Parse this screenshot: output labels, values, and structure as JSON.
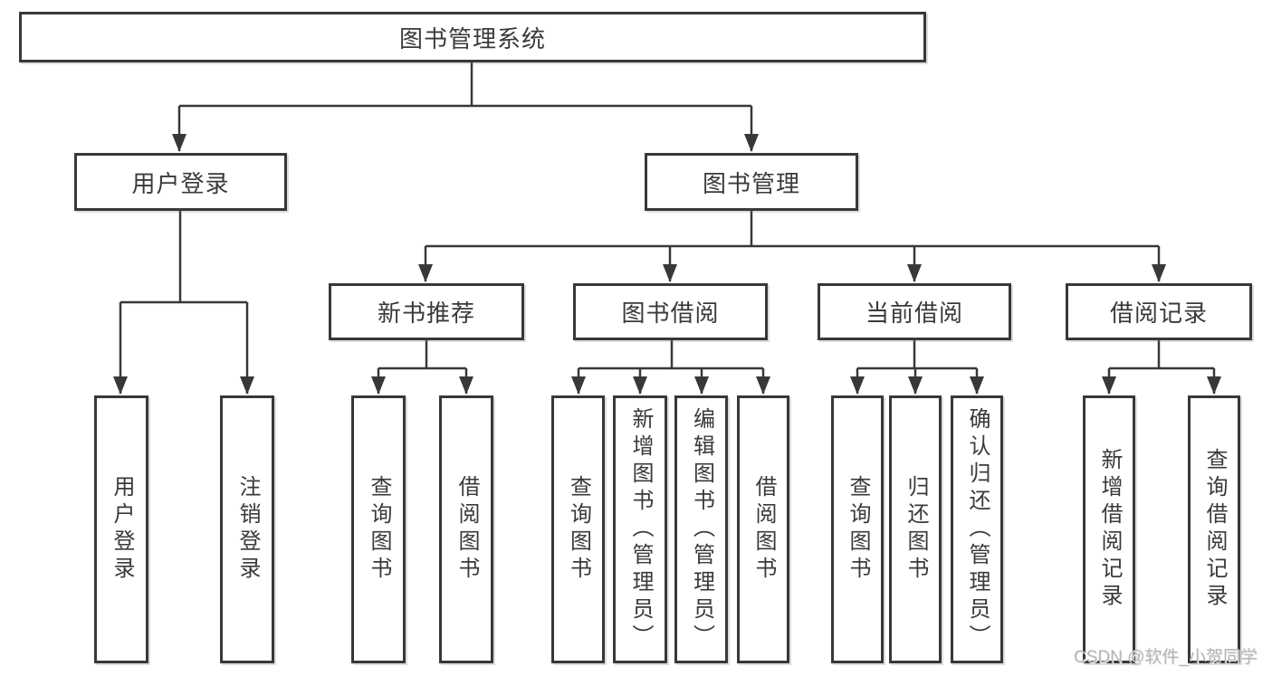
{
  "tree": {
    "label": "图书管理系统",
    "children": [
      {
        "label": "用户登录",
        "children": [
          {
            "label": "用户登录"
          },
          {
            "label": "注销登录"
          }
        ]
      },
      {
        "label": "图书管理",
        "children": [
          {
            "label": "新书推荐",
            "children": [
              {
                "label": "查询图书"
              },
              {
                "label": "借阅图书"
              }
            ]
          },
          {
            "label": "图书借阅",
            "children": [
              {
                "label": "查询图书"
              },
              {
                "label": "新增图书（管理员）"
              },
              {
                "label": "编辑图书（管理员）"
              },
              {
                "label": "借阅图书"
              }
            ]
          },
          {
            "label": "当前借阅",
            "children": [
              {
                "label": "查询图书"
              },
              {
                "label": "归还图书"
              },
              {
                "label": "确认归还（管理员）"
              }
            ]
          },
          {
            "label": "借阅记录",
            "children": [
              {
                "label": "新增借阅记录"
              },
              {
                "label": "查询借阅记录"
              }
            ]
          }
        ]
      }
    ]
  },
  "watermark": {
    "text": "CSDN @软件_小贺同学"
  },
  "colors": {
    "line": "#383838",
    "text": "#3a3a3a",
    "background": "#ffffff",
    "watermark": "#b5b5b5"
  }
}
